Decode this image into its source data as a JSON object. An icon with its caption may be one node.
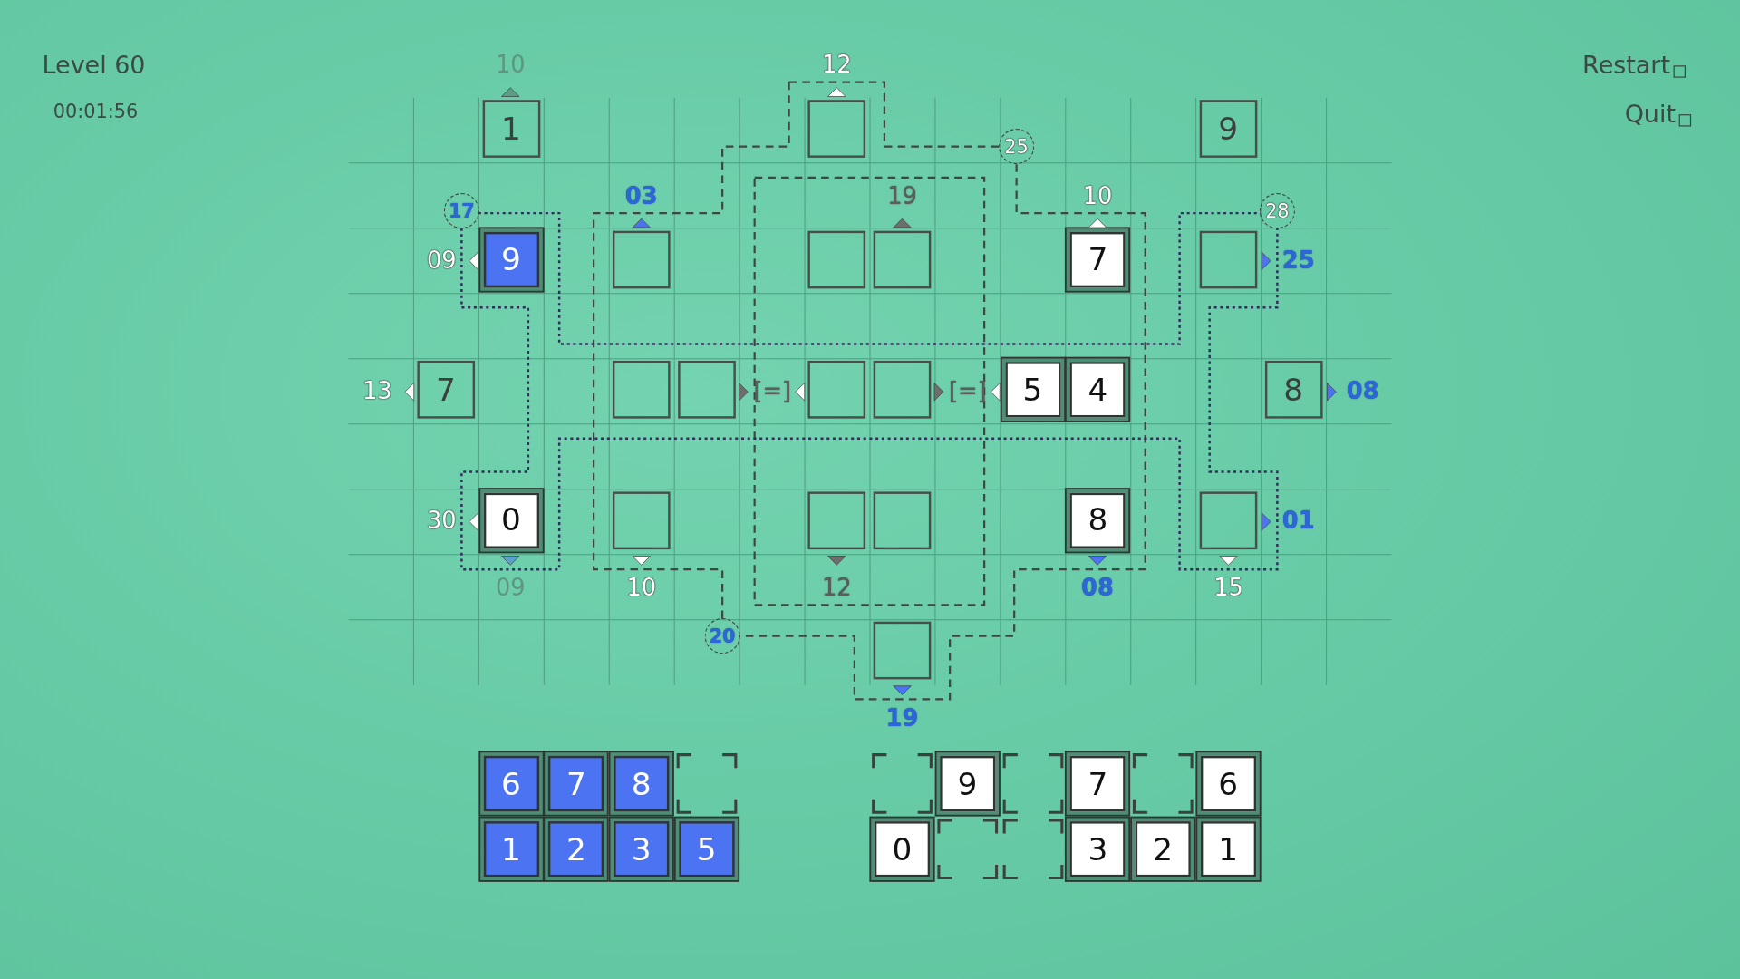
{
  "diagram": {
    "nodes": [
      {
        "text": [
          "1"
        ]
      },
      {
        "text": [],
        "shape": "box"
      },
      {
        "text": [
          "9"
        ]
      },
      {
        "text": [
          "25"
        ]
      },
      {
        "text": [
          "17"
        ]
      },
      {
        "text": [
          "28"
        ]
      },
      {
        "text": [
          "9"
        ]
      },
      {
        "text": [],
        "shape": "box"
      },
      {
        "text": [],
        "shape": "box"
      },
      {
        "text": [],
        "shape": "box"
      },
      {
        "text": [
          "7"
        ]
      },
      {
        "text": [],
        "shape": "box"
      },
      {
        "text": [
          "7"
        ]
      },
      {
        "text": [],
        "shape": "box"
      },
      {
        "text": [],
        "shape": "box"
      },
      {
        "text": [],
        "shape": "box"
      },
      {
        "text": [],
        "shape": "box"
      },
      {
        "text": [
          "5"
        ]
      },
      {
        "text": [
          "4"
        ]
      },
      {
        "text": [
          "8"
        ]
      },
      {
        "text": [
          "0"
        ]
      },
      {
        "text": [],
        "shape": "box"
      },
      {
        "text": [],
        "shape": "box"
      },
      {
        "text": [],
        "shape": "box"
      },
      {
        "text": [
          "8"
        ]
      },
      {
        "text": [],
        "shape": "box"
      },
      {
        "text": [
          "20"
        ]
      },
      {
        "text": [],
        "shape": "box"
      },
      {
        "text": [
          "6"
        ]
      },
      {
        "text": [
          "7"
        ]
      },
      {
        "text": [
          "8"
        ]
      },
      {
        "text": [],
        "shape": "box"
      },
      {
        "text": [],
        "shape": "box"
      },
      {
        "text": [
          "9"
        ]
      },
      {
        "text": [],
        "shape": "box"
      },
      {
        "text": [
          "7"
        ]
      },
      {
        "text": [],
        "shape": "box"
      },
      {
        "text": [
          "6"
        ]
      },
      {
        "text": [
          "1"
        ]
      },
      {
        "text": [
          "2"
        ]
      },
      {
        "text": [
          "3"
        ]
      },
      {
        "text": [
          "5"
        ]
      },
      {
        "text": [
          "0"
        ]
      },
      {
        "text": [],
        "shape": "box"
      },
      {
        "text": [],
        "shape": "box"
      },
      {
        "text": [
          "3"
        ]
      },
      {
        "text": [
          "2"
        ]
      },
      {
        "text": [
          "1"
        ]
      }
    ],
    "labels": [
      "Level 60",
      "Restart",
      "00:01:56",
      "Quit",
      "10",
      "12",
      "03",
      "19",
      "10",
      "09",
      "25",
      "13",
      "[=]",
      "[=]",
      "08",
      "30",
      "01",
      "09",
      "10",
      "12",
      "08",
      "15",
      "19"
    ]
  }
}
